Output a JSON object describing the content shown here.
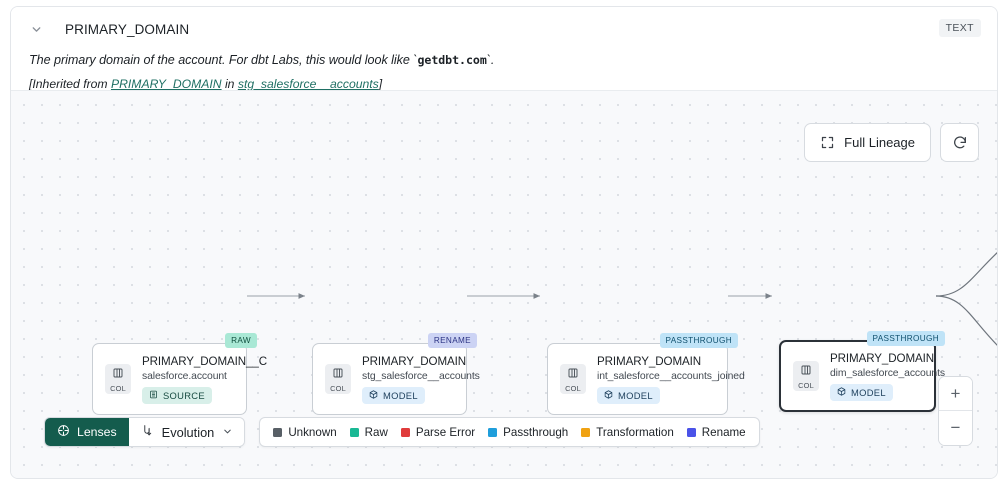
{
  "header": {
    "chevron_icon": "chevron-down-icon",
    "column_name": "PRIMARY_DOMAIN",
    "type_badge": "TEXT",
    "description_prefix": "The primary domain of the account. For dbt Labs, this would look like `",
    "description_code": "getdbt.com",
    "description_suffix": "`.",
    "inherited_prefix": "[Inherited from ",
    "inherited_link_1": "PRIMARY_DOMAIN",
    "inherited_middle": " in ",
    "inherited_link_2": "stg_salesforce__accounts",
    "inherited_suffix": "]"
  },
  "toolbar": {
    "full_lineage_label": "Full Lineage",
    "full_lineage_icon": "expand-icon",
    "refresh_icon": "refresh-icon"
  },
  "graph": {
    "nodes": [
      {
        "id": "n1",
        "tag": "RAW",
        "tag_style": "raw",
        "chip_label": "COL",
        "chip_icon": "column-icon",
        "title": "PRIMARY_DOMAIN__C",
        "subtitle": "salesforce.account",
        "pill_label": "SOURCE",
        "pill_icon": "database-icon",
        "pill_style": "source",
        "selected": false
      },
      {
        "id": "n2",
        "tag": "RENAME",
        "tag_style": "rename",
        "chip_label": "COL",
        "chip_icon": "column-icon",
        "title": "PRIMARY_DOMAIN",
        "subtitle": "stg_salesforce__accounts",
        "pill_label": "MODEL",
        "pill_icon": "cube-icon",
        "pill_style": "model",
        "selected": false
      },
      {
        "id": "n3",
        "tag": "PASSTHROUGH",
        "tag_style": "passthrough",
        "chip_label": "COL",
        "chip_icon": "column-icon",
        "title": "PRIMARY_DOMAIN",
        "subtitle": "int_salesforce__accounts_joined",
        "pill_label": "MODEL",
        "pill_icon": "cube-icon",
        "pill_style": "model",
        "selected": false
      },
      {
        "id": "n4",
        "tag": "PASSTHROUGH",
        "tag_style": "passthrough",
        "chip_label": "COL",
        "chip_icon": "column-icon",
        "title": "PRIMARY_DOMAIN",
        "subtitle": "dim_salesforce_accounts",
        "pill_label": "MODEL",
        "pill_icon": "cube-icon",
        "pill_style": "model",
        "selected": true
      }
    ]
  },
  "bottom_bar": {
    "lenses_label": "Lenses",
    "lenses_icon": "aperture-icon",
    "evolution_label": "Evolution",
    "evolution_icon": "evolution-icon",
    "evolution_caret": "chevron-down-icon",
    "legend": [
      {
        "label": "Unknown",
        "color": "#585f66"
      },
      {
        "label": "Raw",
        "color": "#19b894"
      },
      {
        "label": "Parse Error",
        "color": "#e03b3b"
      },
      {
        "label": "Passthrough",
        "color": "#1f9edb"
      },
      {
        "label": "Transformation",
        "color": "#f0a212"
      },
      {
        "label": "Rename",
        "color": "#4a52e8"
      }
    ]
  },
  "zoom_controls": {
    "zoom_in_label": "+",
    "zoom_out_label": "−"
  }
}
